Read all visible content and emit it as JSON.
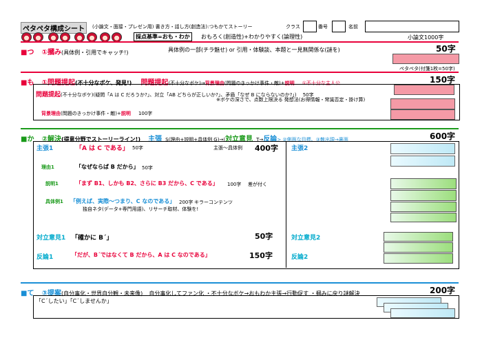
{
  "header": {
    "title": "ペタペタ構成シート",
    "subtitle": "(小論文・面接・プレゼン用) 書き方・話し方(創造法):つもかてストーリー",
    "class_label": "クラス",
    "number_label": "番号",
    "name_label": "名前",
    "criteria": "採点基準=おも・わか",
    "criteria_detail": "おもろく(創造性)+わかりやすく(論理性)",
    "essay_length": "小論文1000字"
  },
  "tsu": {
    "marker": "■つ",
    "title": "①摑み",
    "desc": "(具体例・引用でキャッチ!)",
    "detail": "具体例の一部(チラ魅せ) or 引用・体験談、本題と一見無関係な(謎を)",
    "count": "50字"
  },
  "mo": {
    "note": "ペタペタ(付箋1枚=50字)",
    "marker": "■も",
    "title": "①問題提起",
    "desc": "(不十分なボケ、発見!)",
    "title2": "問題提起",
    "desc2": "(不十分なボケ)→",
    "background": "背景理由",
    "background_desc": "(問題のきっかけ事件・敵)+",
    "explain": "説明",
    "main_char": "①不十分な主人公",
    "count": "150字",
    "row1_title": "問題提起",
    "row1_text": "(不十分なボケ)(疑問「A は C だろうか?」、対立「AB どちらが正しいか?」、矛盾「なぜ B にならないのか?」)",
    "row1_count": "50字",
    "row2_text": "※ボケの深さで、点数上限決る 発想法(お得情報・常識否定・掛け算)",
    "row3_title": "背景理由",
    "row3_desc": "(問題のきっかけ事件・敵)+",
    "row3_explain": "説明",
    "row3_count": "100字"
  },
  "ka": {
    "marker": "■か",
    "title": "②解決",
    "desc": "(得意分野でストーリーライン!)",
    "main": "主張",
    "formula": "S(理由+説明+具体例 G)→(",
    "counter": "対立意見",
    "t": "T→",
    "rebuttal": "反論",
    "extra": "> ②側面な目標、③散出現→裏面",
    "count": "600字",
    "claim1": {
      "label": "主張1",
      "text": "「A は C である」",
      "count": "50字",
      "note": "主張〜具体例",
      "note_count": "400字"
    },
    "reason1": {
      "label": "理由1",
      "text": "「なぜならば B だから」",
      "count": "50字"
    },
    "explain1": {
      "label": "説明1",
      "text": "「まず B1、しかも B2、さらに B3 だから、C である」",
      "count": "100字",
      "note": "差が付く"
    },
    "example1": {
      "label": "具体例1",
      "text": "「例えば、実際〜つまり、C なのである」",
      "count": "200字",
      "note": "キラーコンテンツ",
      "note2": "独自ネタ(データ+専門用語)、リサーチ取材、体験を!"
    },
    "counter1": {
      "label": "対立意見1",
      "text": "「確かに B´」",
      "count": "50字"
    },
    "rebut1": {
      "label": "反論1",
      "text": "「だが、B´ではなくて B だから、A は C なのである」",
      "count": "150字"
    },
    "claim2": "主張2",
    "counter2": "対立意見2",
    "rebut2": "反論2"
  },
  "te": {
    "marker": "■て",
    "title": "③提案",
    "desc": "(自分事化・世界自分観・未来像)",
    "detail": "自分事化してファン化 ・不十分なボケ→おもわか主張→行動促す ・摑みに戻り謎解決",
    "count": "200字",
    "quote": "「C´したい」「C´しませんか」"
  }
}
